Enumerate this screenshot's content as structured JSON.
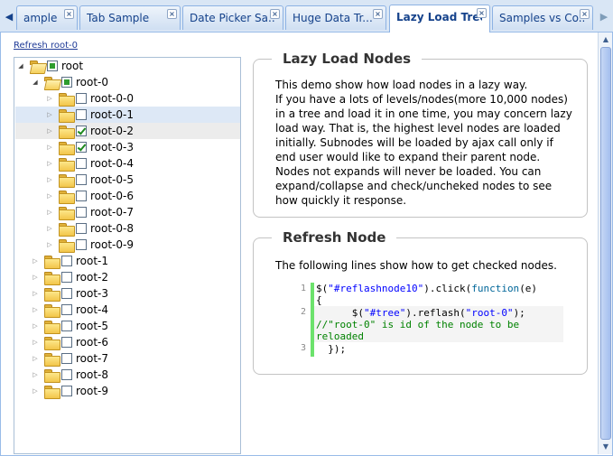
{
  "tabs": [
    {
      "label": "ample",
      "active": false
    },
    {
      "label": "Tab Sample",
      "active": false
    },
    {
      "label": "Date Picker Sa...",
      "active": false
    },
    {
      "label": "Huge Data Tr...",
      "active": false
    },
    {
      "label": "Lazy Load Tree",
      "active": true
    },
    {
      "label": "Samples vs Co...",
      "active": false
    }
  ],
  "refresh_link": "Refresh root-0",
  "tree": {
    "root": {
      "label": "root",
      "state": "partial"
    },
    "root0": {
      "label": "root-0",
      "state": "partial"
    },
    "children": [
      {
        "label": "root-0-0",
        "state": "unchecked"
      },
      {
        "label": "root-0-1",
        "state": "unchecked"
      },
      {
        "label": "root-0-2",
        "state": "checked"
      },
      {
        "label": "root-0-3",
        "state": "checked"
      },
      {
        "label": "root-0-4",
        "state": "unchecked"
      },
      {
        "label": "root-0-5",
        "state": "unchecked"
      },
      {
        "label": "root-0-6",
        "state": "unchecked"
      },
      {
        "label": "root-0-7",
        "state": "unchecked"
      },
      {
        "label": "root-0-8",
        "state": "unchecked"
      },
      {
        "label": "root-0-9",
        "state": "unchecked"
      }
    ],
    "siblings": [
      {
        "label": "root-1",
        "state": "unchecked"
      },
      {
        "label": "root-2",
        "state": "unchecked"
      },
      {
        "label": "root-3",
        "state": "unchecked"
      },
      {
        "label": "root-4",
        "state": "unchecked"
      },
      {
        "label": "root-5",
        "state": "unchecked"
      },
      {
        "label": "root-6",
        "state": "unchecked"
      },
      {
        "label": "root-7",
        "state": "unchecked"
      },
      {
        "label": "root-8",
        "state": "unchecked"
      },
      {
        "label": "root-9",
        "state": "unchecked"
      }
    ]
  },
  "lazy_section": {
    "title": "Lazy Load Nodes",
    "lines": [
      "This demo show how load nodes in a lazy way.",
      "If you have a lots of levels/nodes(more 10,000 nodes)",
      "in a tree and load it in one time, you may concern lazy",
      "load way. That is, the highest level nodes are loaded",
      "initially. Subnodes will be loaded by ajax call only if",
      "end user would like to expand their parent node.",
      "Nodes not expands will never be loaded. You can",
      "expand/collapse and check/uncheked nodes to see",
      "how quickly it response."
    ]
  },
  "refresh_section": {
    "title": "Refresh Node",
    "intro": "The following lines show how to get checked nodes.",
    "code": {
      "line_numbers": [
        "1",
        "2",
        "3"
      ],
      "l1a": "$(",
      "l1b": "\"#reflashnode10\"",
      "l1c": ").click(",
      "l1d": "function",
      "l1e": "(e)",
      "l1f": "{",
      "l2a": "      $(",
      "l2b": "\"#tree\"",
      "l2c": ").reflash(",
      "l2d": "\"root-0\"",
      "l2e": ");",
      "l2f": "//\"root-0\" is id of the node to be",
      "l2g": "reloaded",
      "l3": "  });"
    }
  },
  "colors": {
    "tab_text": "#15428b",
    "accent_border": "#99bbe8",
    "gutter_bar": "#6ce26c",
    "selected_row": "#dde8f6",
    "hover_row": "#ececec"
  }
}
